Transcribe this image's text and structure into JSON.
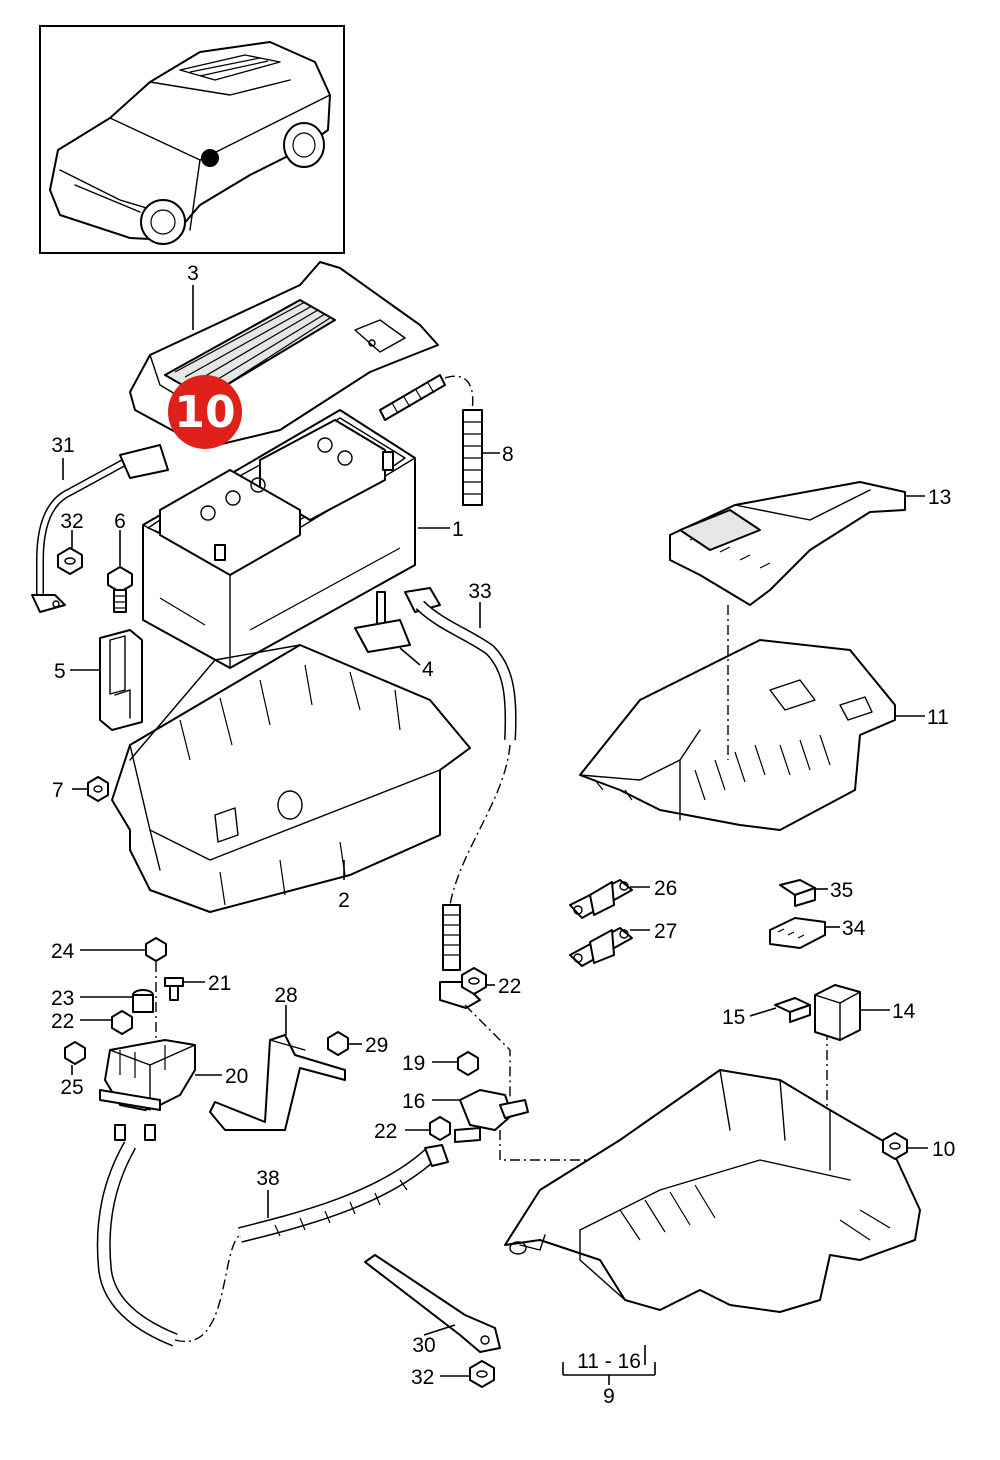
{
  "badge": {
    "label": "10",
    "color": "#e0201b"
  },
  "callouts": [
    {
      "id": "c3",
      "label": "3"
    },
    {
      "id": "c31",
      "label": "31"
    },
    {
      "id": "c8",
      "label": "8"
    },
    {
      "id": "c32a",
      "label": "32"
    },
    {
      "id": "c6",
      "label": "6"
    },
    {
      "id": "c1",
      "label": "1"
    },
    {
      "id": "c13",
      "label": "13"
    },
    {
      "id": "c33",
      "label": "33"
    },
    {
      "id": "c4",
      "label": "4"
    },
    {
      "id": "c5",
      "label": "5"
    },
    {
      "id": "c11",
      "label": "11"
    },
    {
      "id": "c7",
      "label": "7"
    },
    {
      "id": "c2",
      "label": "2"
    },
    {
      "id": "c26",
      "label": "26"
    },
    {
      "id": "c35",
      "label": "35"
    },
    {
      "id": "c27",
      "label": "27"
    },
    {
      "id": "c34",
      "label": "34"
    },
    {
      "id": "c24",
      "label": "24"
    },
    {
      "id": "c21",
      "label": "21"
    },
    {
      "id": "c28",
      "label": "28"
    },
    {
      "id": "c22a",
      "label": "22"
    },
    {
      "id": "c23",
      "label": "23"
    },
    {
      "id": "c22b",
      "label": "22"
    },
    {
      "id": "c14",
      "label": "14"
    },
    {
      "id": "c15",
      "label": "15"
    },
    {
      "id": "c29",
      "label": "29"
    },
    {
      "id": "c25",
      "label": "25"
    },
    {
      "id": "c20",
      "label": "20"
    },
    {
      "id": "c19",
      "label": "19"
    },
    {
      "id": "c16",
      "label": "16"
    },
    {
      "id": "c10",
      "label": "10"
    },
    {
      "id": "c22c",
      "label": "22"
    },
    {
      "id": "c38",
      "label": "38"
    },
    {
      "id": "c30",
      "label": "30"
    },
    {
      "id": "c1116",
      "label": "11 - 16"
    },
    {
      "id": "c32b",
      "label": "32"
    },
    {
      "id": "c9",
      "label": "9"
    }
  ]
}
